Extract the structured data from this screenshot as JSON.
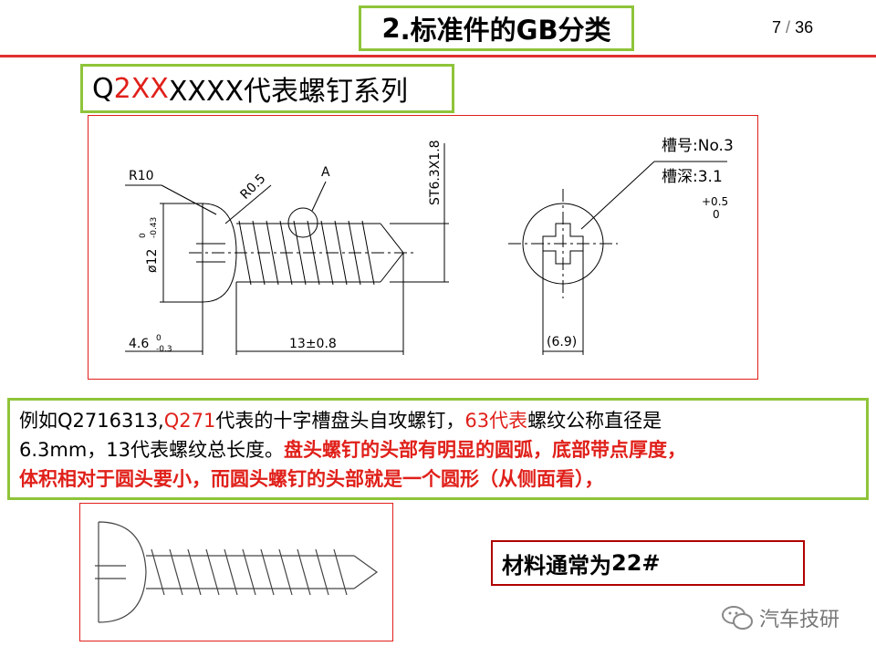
{
  "header": {
    "title_num": "2",
    "title_text": ".标准件的GB分类",
    "page_current": "7",
    "page_sep": "/",
    "page_total": "36"
  },
  "series_box": {
    "prefix": "Q",
    "red_part": "2XX",
    "suffix": "XXXX代表螺钉系列"
  },
  "drawing": {
    "label_r10": "R10",
    "label_r05": "R0.5",
    "label_a": "A",
    "label_thread": "ST6.3X1.8",
    "label_dia": "ø12",
    "label_dia_tol_top": "0",
    "label_dia_tol_bot": "-0.43",
    "label_head_len": "4.6",
    "label_head_tol_top": "0",
    "label_head_tol_bot": "-0.3",
    "label_length": "13±0.8",
    "label_slot_no": "槽号:No.3",
    "label_slot_depth": "槽深:3.1",
    "label_depth_tol_top": "+0.5",
    "label_depth_tol_bot": "0",
    "label_width": "(6.9)"
  },
  "note": {
    "l1_a": "例如Q2716313,",
    "l1_b": "Q271",
    "l1_c": "代表的十字槽盘头自攻螺钉，",
    "l1_d": "63代表",
    "l1_e": "螺纹公称直径是",
    "l2_a": "6.3mm，13代表螺纹总长度。",
    "l2_b": "盘头螺钉的头部有明显的圆弧，底部带点厚度，",
    "l3": "体积相对于圆头要小，而圆头螺钉的头部就是一个圆形（从侧面看），"
  },
  "material": {
    "text": "材料通常为",
    "num": "22#"
  },
  "watermark": {
    "text": "汽车技研"
  }
}
